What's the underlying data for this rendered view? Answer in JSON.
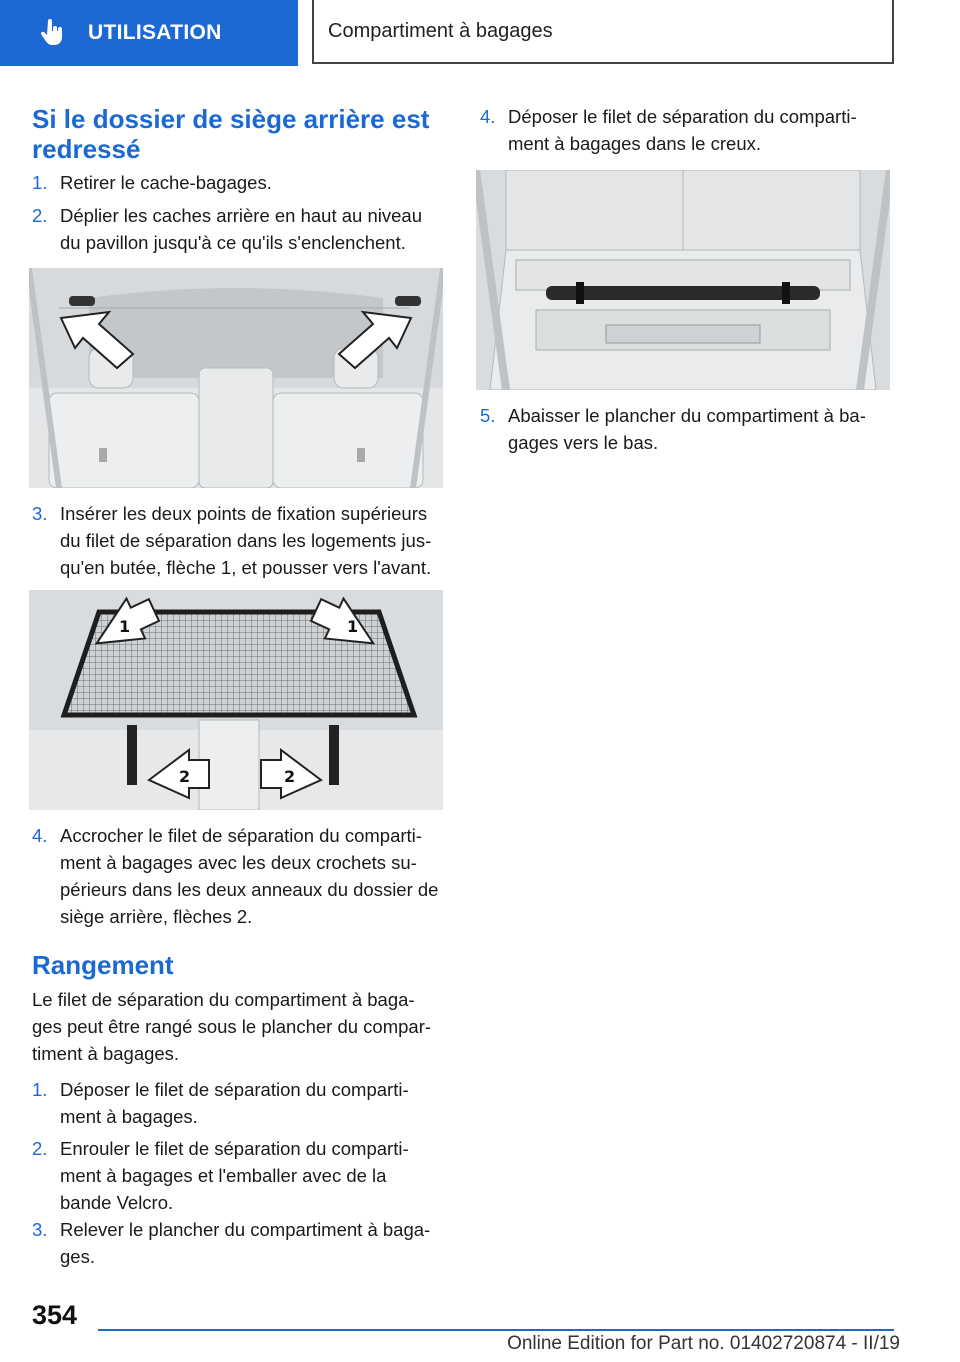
{
  "header": {
    "section_label": "UTILISATION",
    "section_icon": "hand-pointer-icon",
    "chapter_label": "Compartiment à bagages"
  },
  "left": {
    "heading1_line1": "Si le dossier de siège arrière est",
    "heading1_line2": "redressé",
    "steps_a": [
      {
        "num": "1.",
        "lines": [
          "Retirer le cache-bagages."
        ]
      },
      {
        "num": "2.",
        "lines": [
          "Déplier les caches arrière en haut au niveau",
          "du pavillon jusqu'à ce qu'ils s'enclenchent."
        ]
      },
      {
        "num": "3.",
        "lines": [
          "Insérer les deux points de fixation supérieurs",
          "du filet de séparation dans les logements jus-",
          "qu'en butée, flèche 1, et pousser vers l'avant."
        ]
      },
      {
        "num": "4.",
        "lines": [
          "Accrocher le filet de séparation du comparti-",
          "ment à bagages avec les deux crochets su-",
          "périeurs dans les deux anneaux du dossier de",
          "siège arrière, flèches 2."
        ]
      }
    ],
    "heading2": "Rangement",
    "paragraph_lines": [
      "Le filet de séparation du compartiment à baga-",
      "ges peut être rangé sous le plancher du compar-",
      "timent à bagages."
    ],
    "steps_b": [
      {
        "num": "1.",
        "lines": [
          "Déposer le filet de séparation du comparti-",
          "ment à bagages."
        ]
      },
      {
        "num": "2.",
        "lines": [
          "Enrouler le filet de séparation du comparti-",
          "ment à bagages et l'emballer avec de la",
          "bande Velcro."
        ]
      },
      {
        "num": "3.",
        "lines": [
          "Relever le plancher du compartiment à baga-",
          "ges."
        ]
      }
    ],
    "figure2_labels": [
      "1",
      "1",
      "2",
      "2"
    ]
  },
  "right": {
    "steps": [
      {
        "num": "4.",
        "lines": [
          "Déposer le filet de séparation du comparti-",
          "ment à bagages dans le creux."
        ]
      },
      {
        "num": "5.",
        "lines": [
          "Abaisser le plancher du compartiment à ba-",
          "gages vers le bas."
        ]
      }
    ]
  },
  "footer": {
    "page_number": "354",
    "edition": "Online Edition for Part no. 01402720874 - II/19"
  },
  "colors": {
    "accent": "#1c69d4",
    "figure_bg": "#d3d6d8"
  }
}
